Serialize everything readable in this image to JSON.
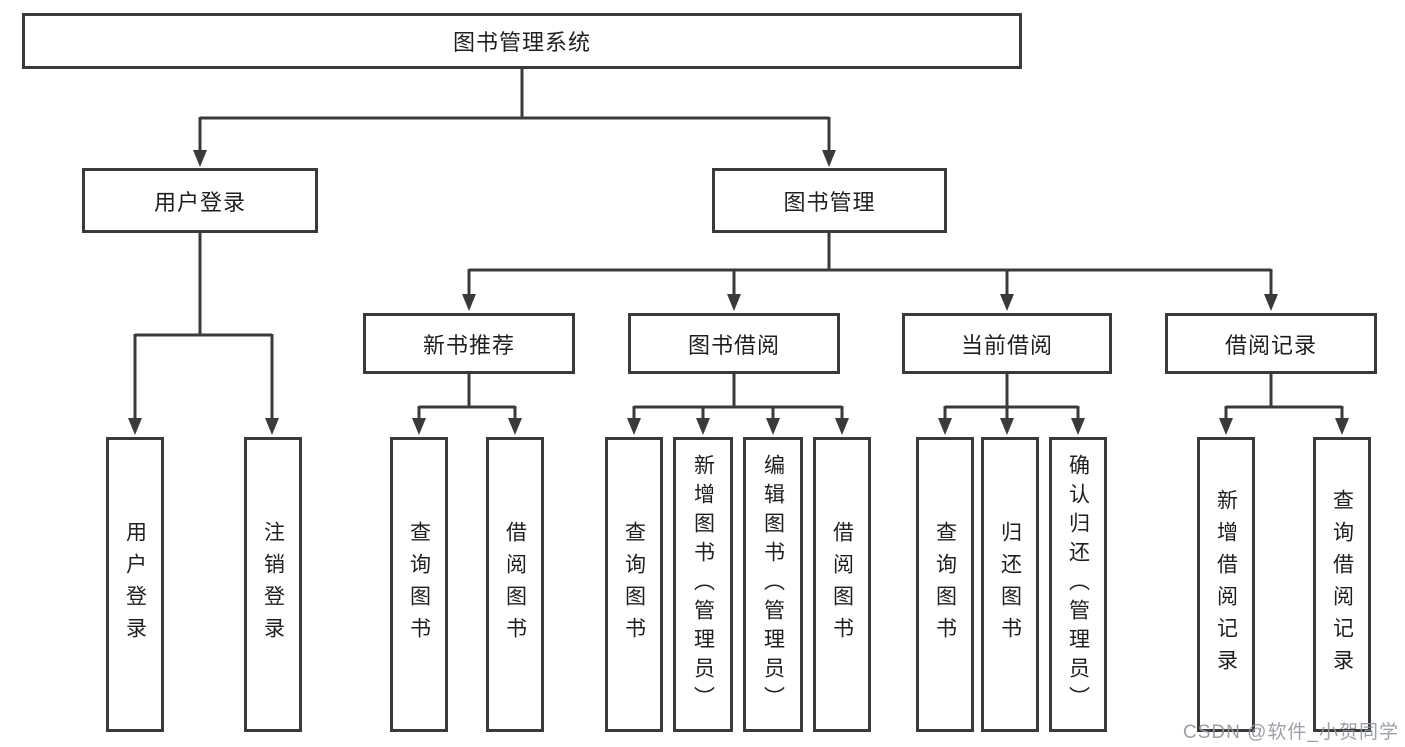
{
  "diagram_title": "图书管理系统",
  "tree": {
    "label": "图书管理系统",
    "children": [
      {
        "label": "用户登录",
        "children": [
          {
            "label": "用户登录"
          },
          {
            "label": "注销登录"
          }
        ]
      },
      {
        "label": "图书管理",
        "children": [
          {
            "label": "新书推荐",
            "children": [
              {
                "label": "查询图书"
              },
              {
                "label": "借阅图书"
              }
            ]
          },
          {
            "label": "图书借阅",
            "children": [
              {
                "label": "查询图书"
              },
              {
                "label": "新增图书（管理员）"
              },
              {
                "label": "编辑图书（管理员）"
              },
              {
                "label": "借阅图书"
              }
            ]
          },
          {
            "label": "当前借阅",
            "children": [
              {
                "label": "查询图书"
              },
              {
                "label": "归还图书"
              },
              {
                "label": "确认归还（管理员）"
              }
            ]
          },
          {
            "label": "借阅记录",
            "children": [
              {
                "label": "新增借阅记录"
              },
              {
                "label": "查询借阅记录"
              }
            ]
          }
        ]
      }
    ]
  },
  "watermark": {
    "text": "CSDN @软件_小贺同学"
  },
  "colors": {
    "line": "#3a3a3a",
    "text": "#1f1f1f",
    "box_background": "#ffffff",
    "watermark": "#9498a0"
  }
}
